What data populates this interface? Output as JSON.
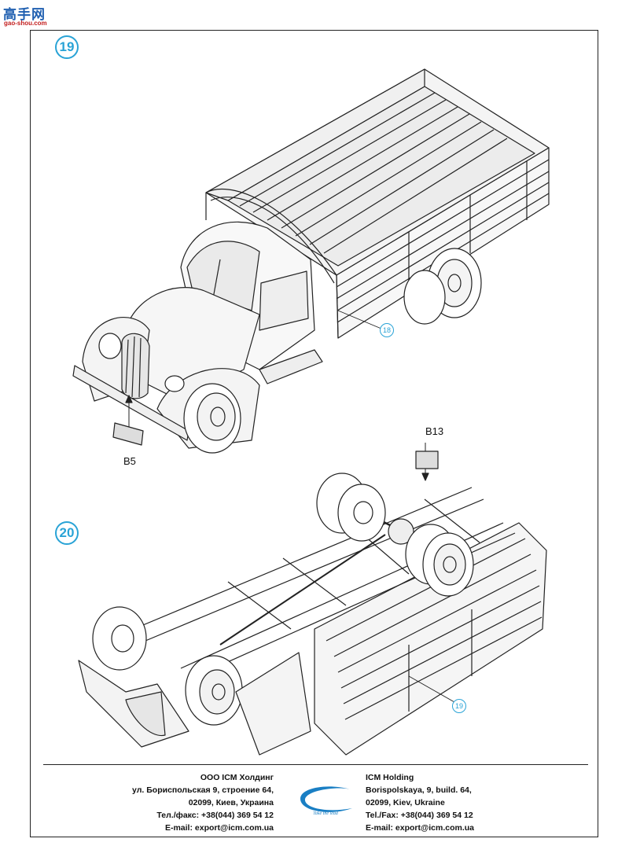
{
  "watermark": {
    "chars": "高手网",
    "url": "gao-shou.com"
  },
  "steps": [
    {
      "number": "19"
    },
    {
      "number": "20"
    }
  ],
  "callouts": {
    "part_18": "18",
    "part_19": "19"
  },
  "part_labels": {
    "b5": "B5",
    "b13": "B13"
  },
  "footer": {
    "ru_lines": [
      "ООО ICM Холдинг",
      "ул. Бориспольская 9, строение 64,",
      "02099, Киев, Украина",
      "Тел./факс: +38(044) 369 54 12",
      "E-mail: export@icm.com.ua"
    ],
    "en_lines": [
      "ICM Holding",
      "Borispolskaya, 9, build. 64,",
      "02099, Kiev, Ukraine",
      "Tel./Fax: +38(044) 369 54 12",
      "E-mail: export@icm.com.ua"
    ],
    "logo": {
      "text": "ICM",
      "tagline": "Take the lead"
    }
  },
  "colors": {
    "accent": "#29a3d6",
    "logo_blue": "#1a7fc4"
  }
}
